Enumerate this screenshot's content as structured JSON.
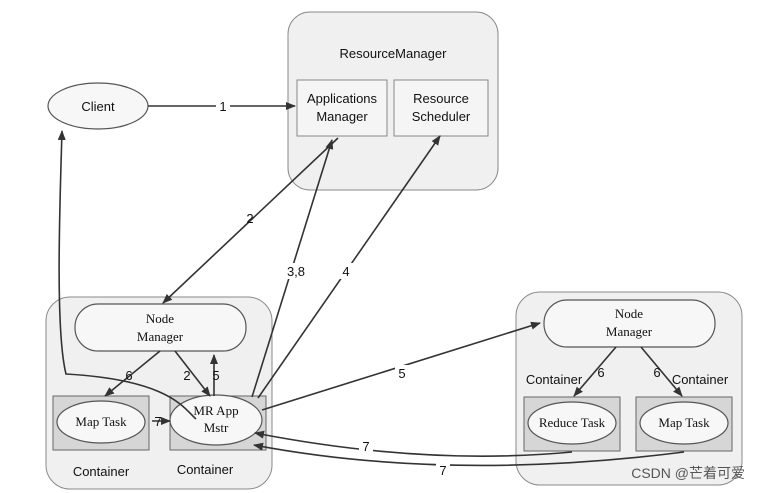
{
  "resource_manager": {
    "title": "ResourceManager",
    "applications_manager": [
      "Applications",
      "Manager"
    ],
    "resource_scheduler": [
      "Resource",
      "Scheduler"
    ]
  },
  "client": {
    "label": "Client"
  },
  "left_node": {
    "node_manager": [
      "Node",
      "Manager"
    ],
    "map_task": "Map Task",
    "mr_app_master": [
      "MR App",
      "Mstr"
    ],
    "container_left": "Container",
    "container_right": "Container"
  },
  "right_node": {
    "node_manager": [
      "Node",
      "Manager"
    ],
    "reduce_task": "Reduce Task",
    "map_task": "Map Task",
    "container_left": "Container",
    "container_right": "Container"
  },
  "edge_labels": {
    "client_to_rm": "1",
    "apps_mgr_to_nm": "2",
    "am_to_apps_mgr": "3,8",
    "am_to_scheduler": "4",
    "am_to_right_nm": "5",
    "nm_to_map_left": "6",
    "nm_to_am": "2",
    "am_to_nm": "5",
    "map_to_am": "7",
    "right_nm_to_reduce": "6",
    "right_nm_to_map": "6",
    "reduce_to_am": "7",
    "map_right_to_am": "7"
  },
  "watermark": "CSDN @芒着可爱"
}
